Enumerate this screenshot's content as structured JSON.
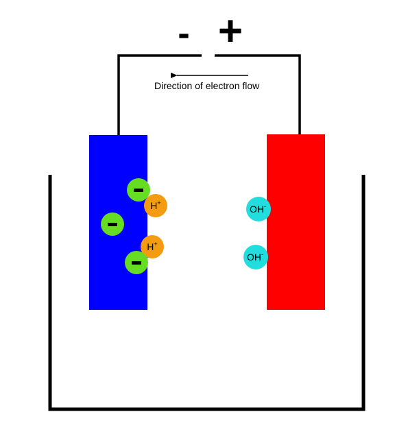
{
  "terminals": {
    "negative": "-",
    "positive": "+"
  },
  "flow": {
    "label": "Direction of electron flow"
  },
  "ions": {
    "h_base": "H",
    "h_charge": "+",
    "oh_base": "OH",
    "oh_charge": "-",
    "electron_symbol": "−"
  },
  "colors": {
    "cathode": "#0000ff",
    "anode": "#ff0000",
    "electron": "#66dd22",
    "proton": "#f39c12",
    "hydroxide": "#22dddd",
    "wire": "#000000",
    "container": "#000000"
  }
}
